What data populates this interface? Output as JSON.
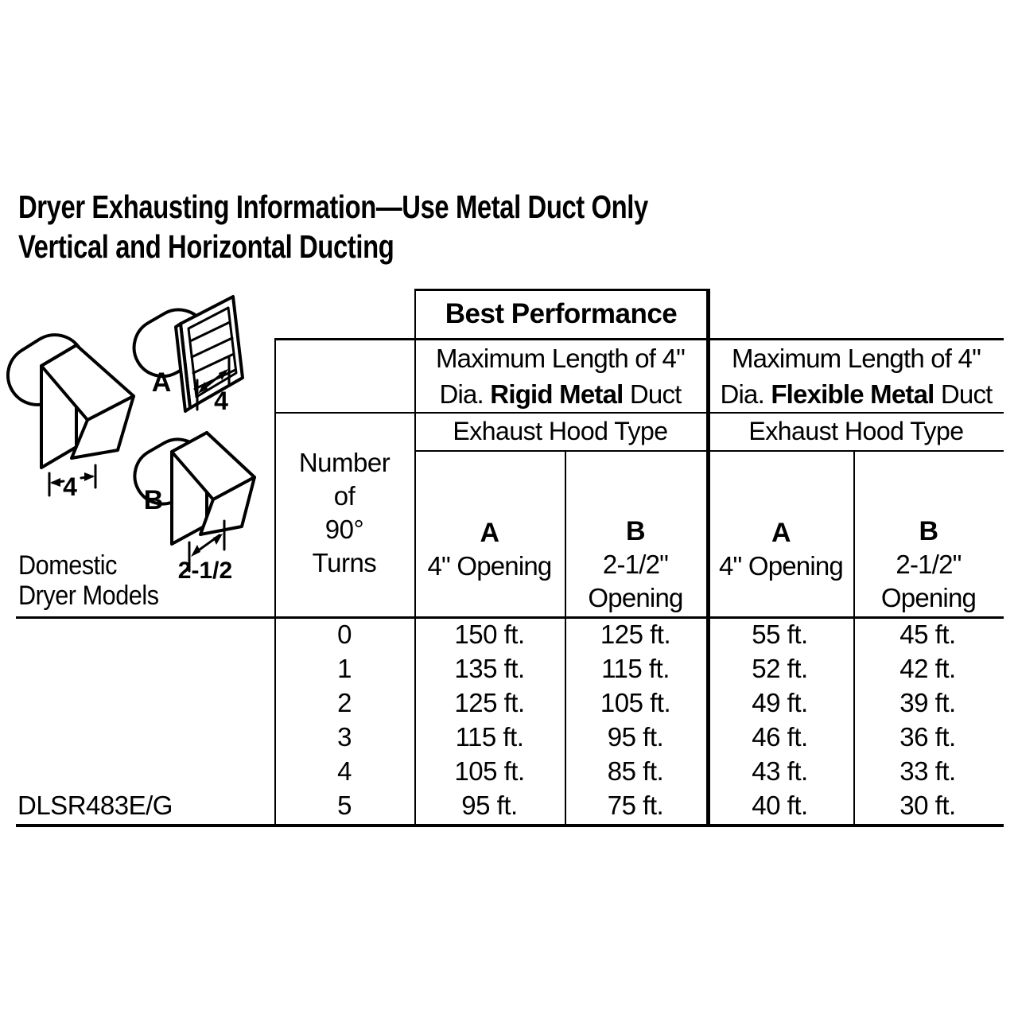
{
  "title": {
    "line1": "Dryer Exhausting Information—Use Metal Duct Only",
    "line2": "Vertical and Horizontal Ducting"
  },
  "illustrations": {
    "hood_main_dim": "4",
    "vent_a_label": "A",
    "vent_a_dim": "4",
    "hood_b_label": "B",
    "hood_b_dim": "2-1/2",
    "models_line1": "Domestic",
    "models_line2": "Dryer Models"
  },
  "table": {
    "best_performance": "Best Performance",
    "rigid": {
      "title_line1": "Maximum Length of 4\"",
      "title_prefix": "Dia. ",
      "title_bold": "Rigid Metal",
      "title_suffix": " Duct",
      "hood_type": "Exhaust Hood Type"
    },
    "flexible": {
      "title_line1": "Maximum Length of 4\"",
      "title_prefix": "Dia. ",
      "title_bold": "Flexible Metal",
      "title_suffix": " Duct",
      "hood_type": "Exhaust Hood Type"
    },
    "turns_header": {
      "l1": "Number",
      "l2": "of",
      "l3": "90°",
      "l4": "Turns"
    },
    "col_a": {
      "letter": "A",
      "sub": "4\" Opening"
    },
    "col_b": {
      "letter": "B",
      "sub1": "2-1/2\"",
      "sub2": "Opening"
    },
    "rows": [
      {
        "model": "",
        "turns": "0",
        "rigid_a": "150 ft.",
        "rigid_b": "125 ft.",
        "flex_a": "55 ft.",
        "flex_b": "45 ft."
      },
      {
        "model": "",
        "turns": "1",
        "rigid_a": "135 ft.",
        "rigid_b": "115 ft.",
        "flex_a": "52 ft.",
        "flex_b": "42 ft."
      },
      {
        "model": "",
        "turns": "2",
        "rigid_a": "125 ft.",
        "rigid_b": "105 ft.",
        "flex_a": "49 ft.",
        "flex_b": "39 ft."
      },
      {
        "model": "",
        "turns": "3",
        "rigid_a": "115 ft.",
        "rigid_b": "95 ft.",
        "flex_a": "46 ft.",
        "flex_b": "36 ft."
      },
      {
        "model": "",
        "turns": "4",
        "rigid_a": "105 ft.",
        "rigid_b": "85 ft.",
        "flex_a": "43 ft.",
        "flex_b": "33 ft."
      },
      {
        "model": "DLSR483E/G",
        "turns": "5",
        "rigid_a": "95 ft.",
        "rigid_b": "75 ft.",
        "flex_a": "40 ft.",
        "flex_b": "30 ft."
      }
    ]
  },
  "colors": {
    "ink": "#000000",
    "paper": "#ffffff"
  }
}
